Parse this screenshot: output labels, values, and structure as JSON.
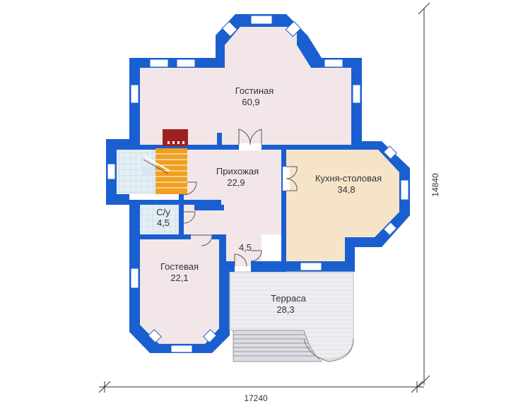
{
  "rooms": {
    "living": {
      "name": "Гостиная",
      "area": "60,9"
    },
    "hall": {
      "name": "Прихожая",
      "area": "22,9"
    },
    "kitchen": {
      "name": "Кухня-столовая",
      "area": "34,8"
    },
    "wc": {
      "name": "С/у",
      "area": "4,5"
    },
    "closet": {
      "area": "4,5"
    },
    "guest": {
      "name": "Гостевая",
      "area": "22,1"
    },
    "terrace": {
      "name": "Терраса",
      "area": "28,3"
    }
  },
  "dimensions": {
    "width": "17240",
    "height": "14840"
  },
  "colors": {
    "wall": "#1a5fd0",
    "room": "#f3e6e8",
    "kitchen": "#f5e4c8",
    "tile": "#d8e6f0",
    "stair": "#f0a020",
    "fireplace": "#a02020",
    "terrace": "#e8e8ee"
  }
}
